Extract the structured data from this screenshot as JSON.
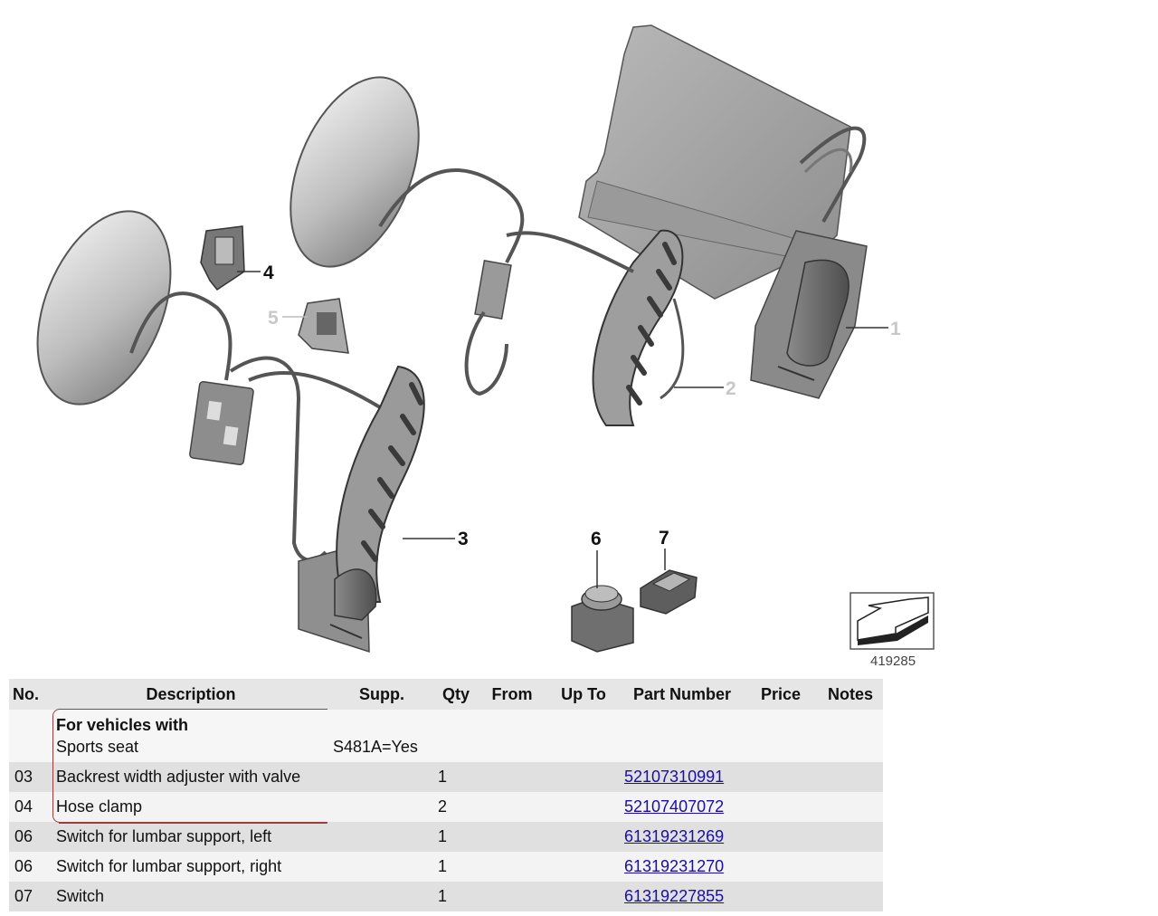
{
  "diagram": {
    "callouts": [
      "1",
      "2",
      "3",
      "4",
      "5",
      "6",
      "7"
    ],
    "reference_number": "419285",
    "icons": [
      "direction-arrow-icon"
    ]
  },
  "table": {
    "headers": [
      "No.",
      "Description",
      "Supp.",
      "Qty",
      "From",
      "Up To",
      "Part Number",
      "Price",
      "Notes"
    ],
    "group": {
      "title": "For vehicles with",
      "subtitle": "Sports seat",
      "supp": "S481A=Yes"
    },
    "rows": [
      {
        "no": "03",
        "description": "Backrest width adjuster with valve",
        "qty": "1",
        "part_number": "52107310991"
      },
      {
        "no": "04",
        "description": "Hose clamp",
        "qty": "2",
        "part_number": "52107407072"
      },
      {
        "no": "06",
        "description": "Switch for lumbar support, left",
        "qty": "1",
        "part_number": "61319231269"
      },
      {
        "no": "06",
        "description": "Switch for lumbar support, right",
        "qty": "1",
        "part_number": "61319231270"
      },
      {
        "no": "07",
        "description": "Switch",
        "qty": "1",
        "part_number": "61319227855"
      }
    ]
  },
  "colors": {
    "link": "#1a0dab",
    "group_bracket": "#a33a3a",
    "header_bg": "#e6e6e6"
  }
}
